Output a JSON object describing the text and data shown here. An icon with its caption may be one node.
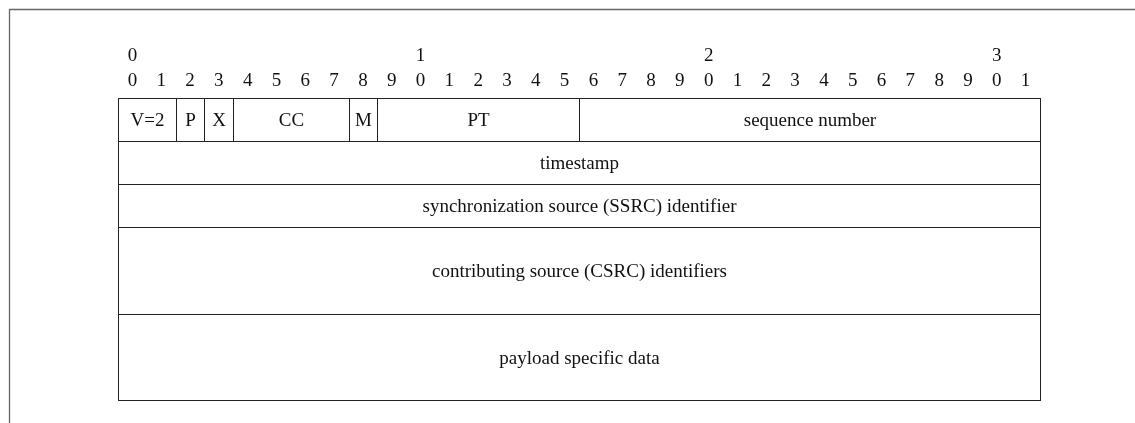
{
  "diagram": {
    "nodes": [
      {
        "text": [
          "V=2"
        ]
      },
      {
        "text": [
          "P"
        ]
      },
      {
        "text": [
          "X"
        ]
      },
      {
        "text": [
          "CC"
        ]
      },
      {
        "text": [
          "M"
        ]
      },
      {
        "text": [
          "PT"
        ]
      },
      {
        "text": [
          "sequence number"
        ]
      },
      {
        "text": [
          "timestamp"
        ]
      },
      {
        "text": [
          "synchronization source (SSRC) identifier"
        ]
      },
      {
        "text": [
          "contributing source (CSRC) identifiers"
        ]
      },
      {
        "text": [
          "payload specific data"
        ]
      }
    ],
    "labels": [
      "0",
      "1",
      "2",
      "3",
      "0",
      "1",
      "2",
      "3",
      "4",
      "5",
      "6",
      "7",
      "8",
      "9",
      "0",
      "1",
      "2",
      "3",
      "4",
      "5",
      "6",
      "7",
      "8",
      "9",
      "0",
      "1",
      "2",
      "3",
      "4",
      "5",
      "6",
      "7",
      "8",
      "9",
      "0",
      "1"
    ]
  }
}
